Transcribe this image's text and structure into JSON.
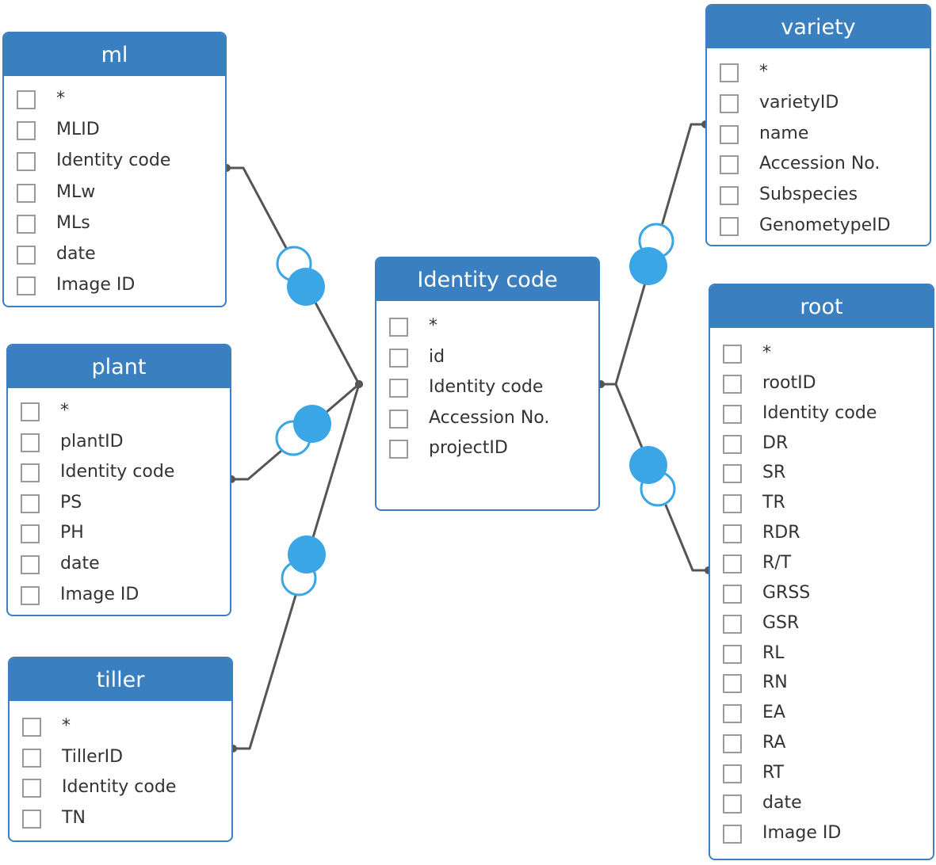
{
  "colors": {
    "header": "#3a80c1",
    "border": "#3a80c1",
    "connector": "#555555",
    "crowfoot_fill": "#3aa6e6",
    "crowfoot_ring": "#3aa6e6",
    "checkbox_border": "#9a9a9a"
  },
  "tables": {
    "ml": {
      "title": "ml",
      "fields": [
        "*",
        "MLID",
        "Identity code",
        "MLw",
        "MLs",
        "date",
        "Image ID"
      ]
    },
    "plant": {
      "title": "plant",
      "fields": [
        "*",
        "plantID",
        "Identity code",
        "PS",
        "PH",
        "date",
        "Image ID"
      ]
    },
    "tiller": {
      "title": "tiller",
      "fields": [
        "*",
        "TillerID",
        "Identity code",
        "TN"
      ]
    },
    "identity": {
      "title": "Identity code",
      "fields": [
        "*",
        "id",
        "Identity code",
        "Accession No.",
        "projectID"
      ]
    },
    "variety": {
      "title": "variety",
      "fields": [
        "*",
        "varietyID",
        "name",
        "Accession No.",
        "Subspecies",
        "GenometypeID"
      ]
    },
    "root": {
      "title": "root",
      "fields": [
        "*",
        "rootID",
        "Identity code",
        "DR",
        "SR",
        "TR",
        "RDR",
        "R/T",
        "GRSS",
        "GSR",
        "RL",
        "RN",
        "EA",
        "RA",
        "RT",
        "date",
        "Image ID"
      ]
    }
  },
  "relationships": [
    {
      "from": "ml",
      "to": "identity"
    },
    {
      "from": "plant",
      "to": "identity"
    },
    {
      "from": "tiller",
      "to": "identity"
    },
    {
      "from": "variety",
      "to": "identity"
    },
    {
      "from": "root",
      "to": "identity"
    }
  ]
}
